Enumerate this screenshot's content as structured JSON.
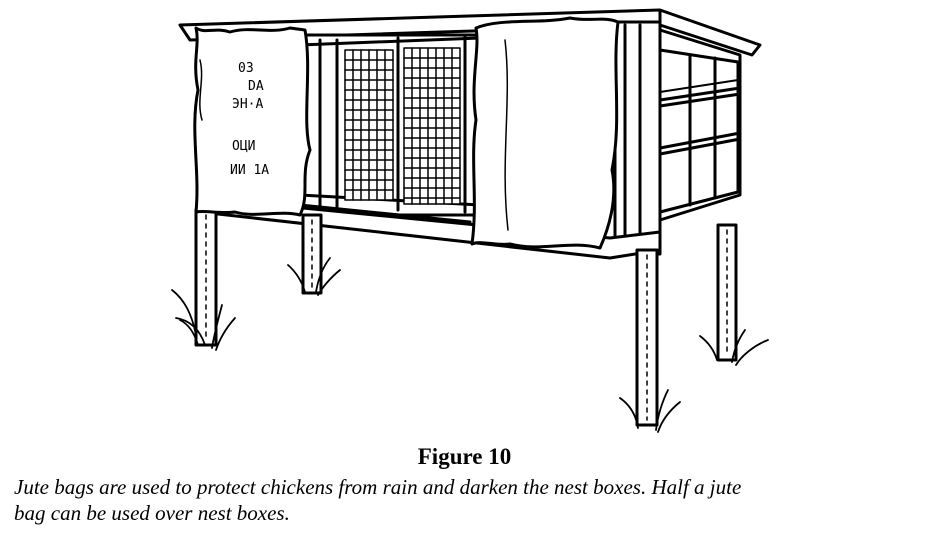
{
  "figure": {
    "title": "Figure 10",
    "caption_lines": [
      "Jute bags are used to protect chickens from rain and darken the nest boxes. Half a jute",
      "bag can be used over nest boxes."
    ],
    "bag_stencil": [
      "03",
      "DA",
      "ЭH·A",
      "OЦИ",
      "ИИ 1A"
    ]
  }
}
